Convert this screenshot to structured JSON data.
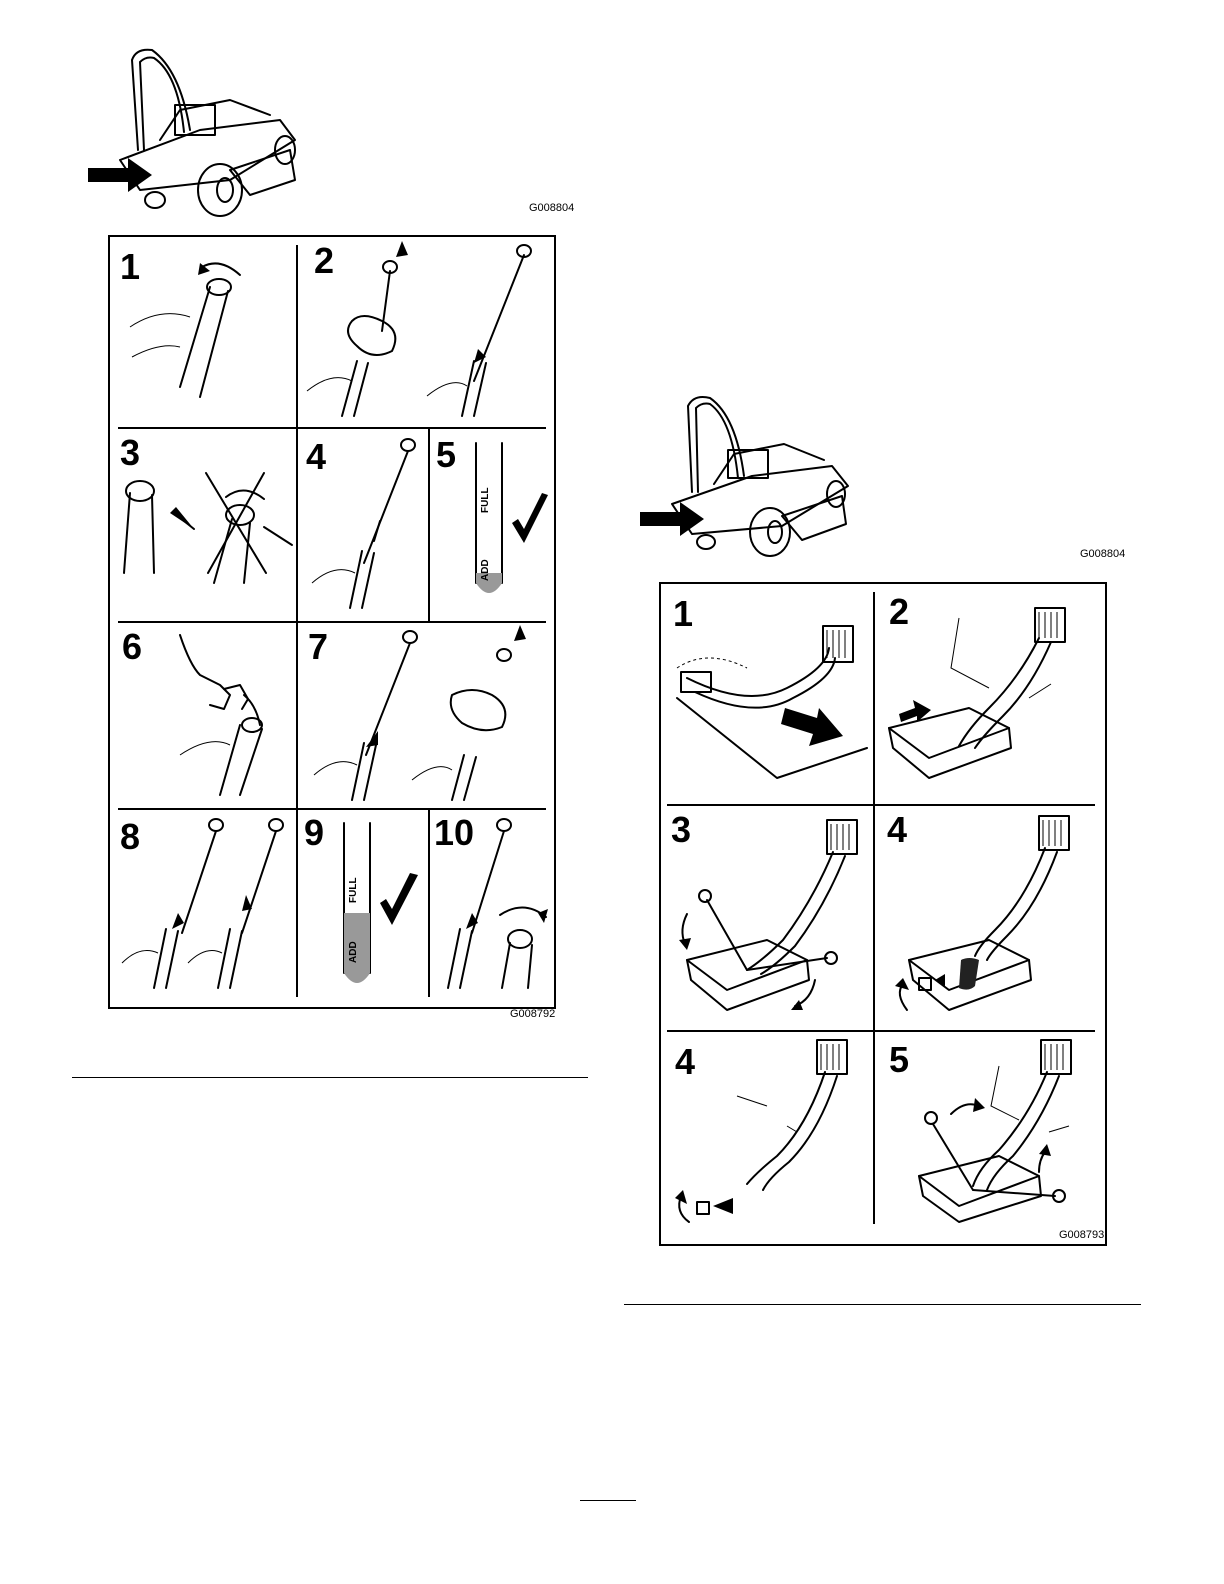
{
  "figures": {
    "mower_left": {
      "id": "G008804"
    },
    "dipstick_steps": {
      "id": "G008792",
      "steps": [
        "1",
        "2",
        "3",
        "4",
        "5",
        "6",
        "7",
        "8",
        "9",
        "10"
      ]
    },
    "mower_right": {
      "id": "G008804"
    },
    "drain_steps": {
      "id": "G008793",
      "steps": [
        "1",
        "2",
        "3",
        "4",
        "4",
        "5"
      ]
    }
  },
  "dipstick_labels": {
    "add": "ADD",
    "full": "FULL"
  }
}
